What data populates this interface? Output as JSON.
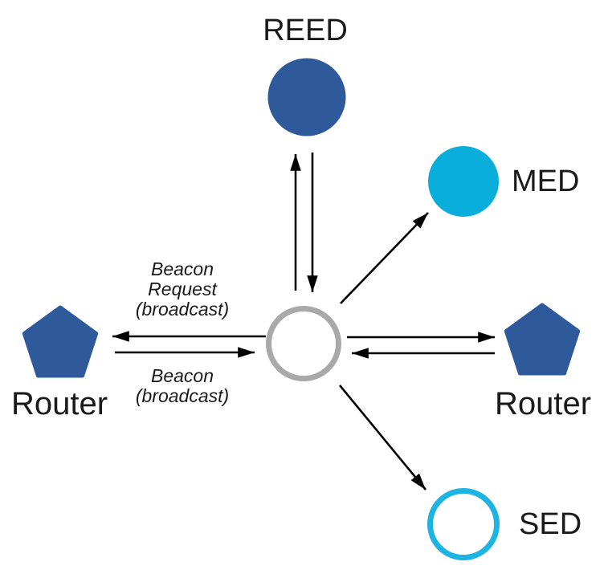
{
  "diagram_name": "thread-network-joining-topology",
  "colors": {
    "node_blue": "#2e5a9c",
    "node_cyan": "#09aedb",
    "sed_ring_cyan": "#1db3e2",
    "center_ring_gray": "#a9a9a9",
    "arrow_black": "#000000"
  },
  "nodes": {
    "reed": {
      "label": "REED",
      "shape": "filled-circle"
    },
    "med": {
      "label": "MED",
      "shape": "filled-circle"
    },
    "router_left": {
      "label": "Router",
      "shape": "pentagon"
    },
    "router_right": {
      "label": "Router",
      "shape": "pentagon"
    },
    "sed": {
      "label": "SED",
      "shape": "outline-circle"
    },
    "center": {
      "label": "",
      "shape": "outline-circle"
    }
  },
  "messages": {
    "beacon_request": "Beacon\nRequest\n(broadcast)",
    "beacon": "Beacon\n(broadcast)"
  }
}
